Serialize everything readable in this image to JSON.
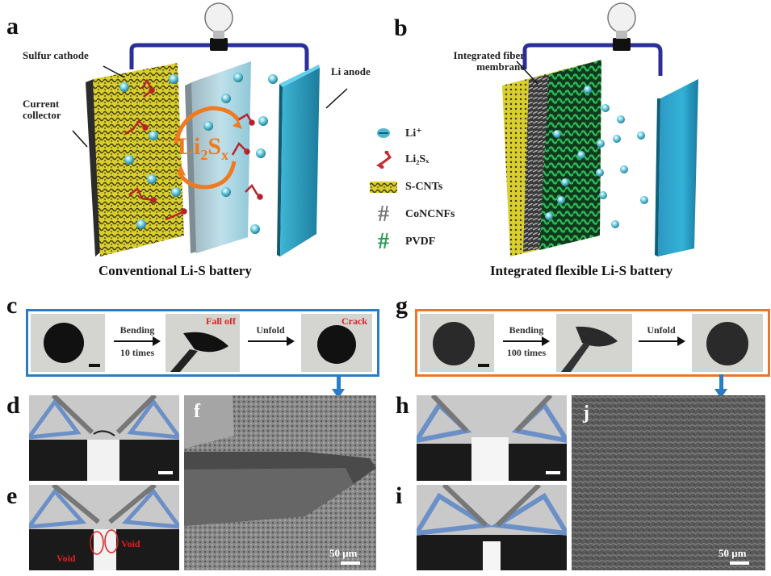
{
  "panels": {
    "a": {
      "label": "a",
      "caption": "Conventional Li-S battery",
      "annotations": {
        "sulfur_cathode": "Sulfur cathode",
        "current_collector": "Current collector",
        "li_anode": "Li anode",
        "shuttle_species_main": "Li",
        "shuttle_species_sub": "2",
        "shuttle_species_s": "S",
        "shuttle_species_x": "x"
      }
    },
    "b": {
      "label": "b",
      "caption": "Integrated flexible Li-S battery",
      "annotations": {
        "fiber_membrane": "Integrated fiber membrane"
      }
    },
    "legend": [
      {
        "icon": "li-ion-icon",
        "label": "Li⁺"
      },
      {
        "icon": "polysulfide-icon",
        "label": "Li₂Sₓ"
      },
      {
        "icon": "s-cnts-icon",
        "label": "S-CNTs"
      },
      {
        "icon": "concnfs-icon",
        "label": "CoNCNFs"
      },
      {
        "icon": "pvdf-icon",
        "label": "PVDF"
      }
    ],
    "c": {
      "label": "c",
      "step1_top": "Bending",
      "step1_bottom": "10 times",
      "step2": "Unfold",
      "note_fall": "Fall off",
      "note_crack": "Crack",
      "frame_color": "#2a7cc7"
    },
    "d": {
      "label": "d"
    },
    "e": {
      "label": "e",
      "void_left": "Void",
      "void_right": "Void"
    },
    "f": {
      "label": "f",
      "scale": "50 μm"
    },
    "g": {
      "label": "g",
      "step1_top": "Bending",
      "step1_bottom": "100 times",
      "step2": "Unfold",
      "frame_color": "#e8772a"
    },
    "h": {
      "label": "h"
    },
    "i": {
      "label": "i"
    },
    "j": {
      "label": "j",
      "scale": "50 μm"
    }
  },
  "colors": {
    "wire": "#2a2f9a",
    "li_anode": "#2aa2c4",
    "cathode_yellow": "#d6cc2a",
    "pvdf_green": "#1fa050",
    "polysulfide_red": "#b8232a",
    "shuttle_orange": "#ef7a20"
  }
}
